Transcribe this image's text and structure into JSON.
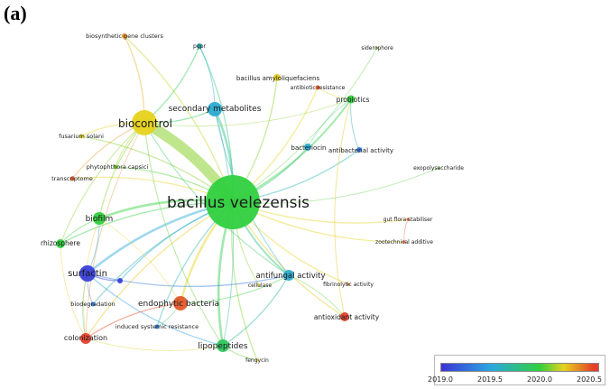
{
  "panel_label": "(a)",
  "colors": {
    "c2019_0": "#3b33d6",
    "c2019_5": "#2aa7e0",
    "c2020_0": "#30d03f",
    "c2020_2": "#e7d21e",
    "c2020_5": "#e3402a"
  },
  "legend": {
    "ticks": [
      "2019.0",
      "2019.5",
      "2020.0",
      "2020.5"
    ],
    "range": [
      2019.0,
      2020.6
    ]
  },
  "nodes": [
    {
      "id": "bacillus-velezensis",
      "label": "bacillus velezensis",
      "year": 2020.0,
      "size": 3
    },
    {
      "id": "biocontrol",
      "label": "biocontrol",
      "year": 2020.25,
      "size": 2
    },
    {
      "id": "secondary-metabolites",
      "label": "secondary metabolites",
      "year": 2019.55,
      "size": 1.5
    },
    {
      "id": "surfactin",
      "label": "surfactin",
      "year": 2019.05,
      "size": 1.5
    },
    {
      "id": "endophytic-bacteria",
      "label": "endophytic bacteria",
      "year": 2020.5,
      "size": 1.5
    },
    {
      "id": "lipopeptides",
      "label": "lipopeptides",
      "year": 2019.9,
      "size": 1.2
    },
    {
      "id": "biofilm",
      "label": "biofilm",
      "year": 2020.0,
      "size": 1.1
    },
    {
      "id": "antifungal-activity",
      "label": "antifungal activity",
      "year": 2019.55,
      "size": 1
    },
    {
      "id": "colonization",
      "label": "colonization",
      "year": 2020.55,
      "size": 1
    },
    {
      "id": "rhizosphere",
      "label": "rhizosphere",
      "year": 2020.0,
      "size": 0.8
    },
    {
      "id": "antioxidant-activity",
      "label": "antioxidant activity",
      "year": 2020.55,
      "size": 0.8
    },
    {
      "id": "probiotics",
      "label": "probiotics",
      "year": 2020.0,
      "size": 0.7
    },
    {
      "id": "bacteriocin",
      "label": "bacteriocin",
      "year": 2019.55,
      "size": 0.6
    },
    {
      "id": "antibacterial-activity",
      "label": "antibacterial activity",
      "year": 2019.3,
      "size": 0.5
    },
    {
      "id": "bacillus-amyloliquefaciens",
      "label": "bacillus amyloliquefaciens",
      "year": 2020.25,
      "size": 0.6
    },
    {
      "id": "antibiotic-resistance",
      "label": "antibiotic resistance",
      "year": 2020.5,
      "size": 0.4
    },
    {
      "id": "biosynthetic-gene-clusters",
      "label": "biosynthetic gene clusters",
      "year": 2020.4,
      "size": 0.5
    },
    {
      "id": "pgpr",
      "label": "pgpr",
      "year": 2019.6,
      "size": 0.5
    },
    {
      "id": "siderophore",
      "label": "siderophore",
      "year": 2020.1,
      "size": 0.3
    },
    {
      "id": "fusarium-solani",
      "label": "fusarium solani",
      "year": 2020.25,
      "size": 0.4
    },
    {
      "id": "phytophthora-capsici",
      "label": "phytophthora capsici",
      "year": 2020.1,
      "size": 0.4
    },
    {
      "id": "transcriptome",
      "label": "transcriptome",
      "year": 2020.5,
      "size": 0.4
    },
    {
      "id": "exopolysaccharide",
      "label": "exopolysaccharide",
      "year": 2020.1,
      "size": 0.3
    },
    {
      "id": "gut-flora-stabiliser",
      "label": "gut flora stabiliser",
      "year": 2020.5,
      "size": 0.3
    },
    {
      "id": "zootechnical-additive",
      "label": "zootechnical additive",
      "year": 2020.5,
      "size": 0.3
    },
    {
      "id": "fibrinolytic-activity",
      "label": "fibrinolytic activity",
      "year": 2020.5,
      "size": 0.3
    },
    {
      "id": "cellulase",
      "label": "cellulase",
      "year": 2020.25,
      "size": 0.3
    },
    {
      "id": "biodegradation",
      "label": "biodegradation",
      "year": 2019.3,
      "size": 0.4
    },
    {
      "id": "induced-systemic-resistance",
      "label": "induced systemic resistance",
      "year": 2019.3,
      "size": 0.4
    },
    {
      "id": "fengycin",
      "label": "fengycin",
      "year": 2020.25,
      "size": 0.3
    },
    {
      "id": "unlabeled-purple",
      "label": "",
      "year": 2019.05,
      "size": 0.5
    }
  ],
  "edges": [
    [
      "bacillus-velezensis",
      "biocontrol",
      5
    ],
    [
      "bacillus-velezensis",
      "secondary-metabolites",
      2
    ],
    [
      "bacillus-velezensis",
      "surfactin",
      2
    ],
    [
      "bacillus-velezensis",
      "endophytic-bacteria",
      2
    ],
    [
      "bacillus-velezensis",
      "lipopeptides",
      2
    ],
    [
      "bacillus-velezensis",
      "biofilm",
      2
    ],
    [
      "bacillus-velezensis",
      "antifungal-activity",
      1.5
    ],
    [
      "bacillus-velezensis",
      "colonization",
      1
    ],
    [
      "bacillus-velezensis",
      "rhizosphere",
      1
    ],
    [
      "bacillus-velezensis",
      "antioxidant-activity",
      1
    ],
    [
      "bacillus-velezensis",
      "probiotics",
      1.5
    ],
    [
      "bacillus-velezensis",
      "bacteriocin",
      1
    ],
    [
      "bacillus-velezensis",
      "antibacterial-activity",
      1
    ],
    [
      "bacillus-velezensis",
      "bacillus-amyloliquefaciens",
      1
    ],
    [
      "bacillus-velezensis",
      "antibiotic-resistance",
      1
    ],
    [
      "bacillus-velezensis",
      "biosynthetic-gene-clusters",
      1
    ],
    [
      "bacillus-velezensis",
      "pgpr",
      1
    ],
    [
      "bacillus-velezensis",
      "siderophore",
      0.6
    ],
    [
      "bacillus-velezensis",
      "fusarium-solani",
      1
    ],
    [
      "bacillus-velezensis",
      "phytophthora-capsici",
      1
    ],
    [
      "bacillus-velezensis",
      "transcriptome",
      1
    ],
    [
      "bacillus-velezensis",
      "exopolysaccharide",
      0.6
    ],
    [
      "bacillus-velezensis",
      "gut-flora-stabiliser",
      1
    ],
    [
      "bacillus-velezensis",
      "zootechnical-additive",
      1
    ],
    [
      "bacillus-velezensis",
      "fibrinolytic-activity",
      1
    ],
    [
      "bacillus-velezensis",
      "cellulase",
      0.8
    ],
    [
      "bacillus-velezensis",
      "biodegradation",
      1
    ],
    [
      "bacillus-velezensis",
      "induced-systemic-resistance",
      1
    ],
    [
      "bacillus-velezensis",
      "fengycin",
      1
    ],
    [
      "bacillus-velezensis",
      "unlabeled-purple",
      1
    ],
    [
      "biocontrol",
      "secondary-metabolites",
      1
    ],
    [
      "biocontrol",
      "biofilm",
      1
    ],
    [
      "biocontrol",
      "fusarium-solani",
      1
    ],
    [
      "biocontrol",
      "biosynthetic-gene-clusters",
      1
    ],
    [
      "biocontrol",
      "pgpr",
      1
    ],
    [
      "biocontrol",
      "phytophthora-capsici",
      0.8
    ],
    [
      "biocontrol",
      "transcriptome",
      0.8
    ],
    [
      "biocontrol",
      "rhizosphere",
      0.8
    ],
    [
      "biocontrol",
      "lipopeptides",
      0.8
    ],
    [
      "biocontrol",
      "probiotics",
      0.6
    ],
    [
      "biocontrol",
      "antifungal-activity",
      0.8
    ],
    [
      "biocontrol",
      "colonization",
      0.6
    ],
    [
      "surfactin",
      "lipopeptides",
      1
    ],
    [
      "surfactin",
      "unlabeled-purple",
      1
    ],
    [
      "surfactin",
      "biofilm",
      0.8
    ],
    [
      "surfactin",
      "antifungal-activity",
      1
    ],
    [
      "surfactin",
      "biodegradation",
      0.6
    ],
    [
      "surfactin",
      "colonization",
      0.6
    ],
    [
      "endophytic-bacteria",
      "colonization",
      1
    ],
    [
      "endophytic-bacteria",
      "antifungal-activity",
      0.8
    ],
    [
      "endophytic-bacteria",
      "biofilm",
      0.6
    ],
    [
      "lipopeptides",
      "antifungal-activity",
      1
    ],
    [
      "lipopeptides",
      "fengycin",
      0.8
    ],
    [
      "lipopeptides",
      "secondary-metabolites",
      0.8
    ],
    [
      "probiotics",
      "antibacterial-activity",
      0.8
    ],
    [
      "probiotics",
      "antioxidant-activity",
      0.8
    ],
    [
      "probiotics",
      "bacteriocin",
      0.6
    ],
    [
      "secondary-metabolites",
      "pgpr",
      0.8
    ],
    [
      "secondary-metabolites",
      "antifungal-activity",
      0.8
    ],
    [
      "biofilm",
      "rhizosphere",
      0.8
    ],
    [
      "biofilm",
      "colonization",
      0.6
    ],
    [
      "antioxidant-activity",
      "antifungal-activity",
      0.6
    ],
    [
      "rhizosphere",
      "colonization",
      0.6
    ],
    [
      "antibiotic-resistance",
      "probiotics",
      0.6
    ],
    [
      "gut-flora-stabiliser",
      "zootechnical-additive",
      0.6
    ],
    [
      "induced-systemic-resistance",
      "endophytic-bacteria",
      0.6
    ],
    [
      "colonization",
      "lipopeptides",
      0.6
    ]
  ]
}
